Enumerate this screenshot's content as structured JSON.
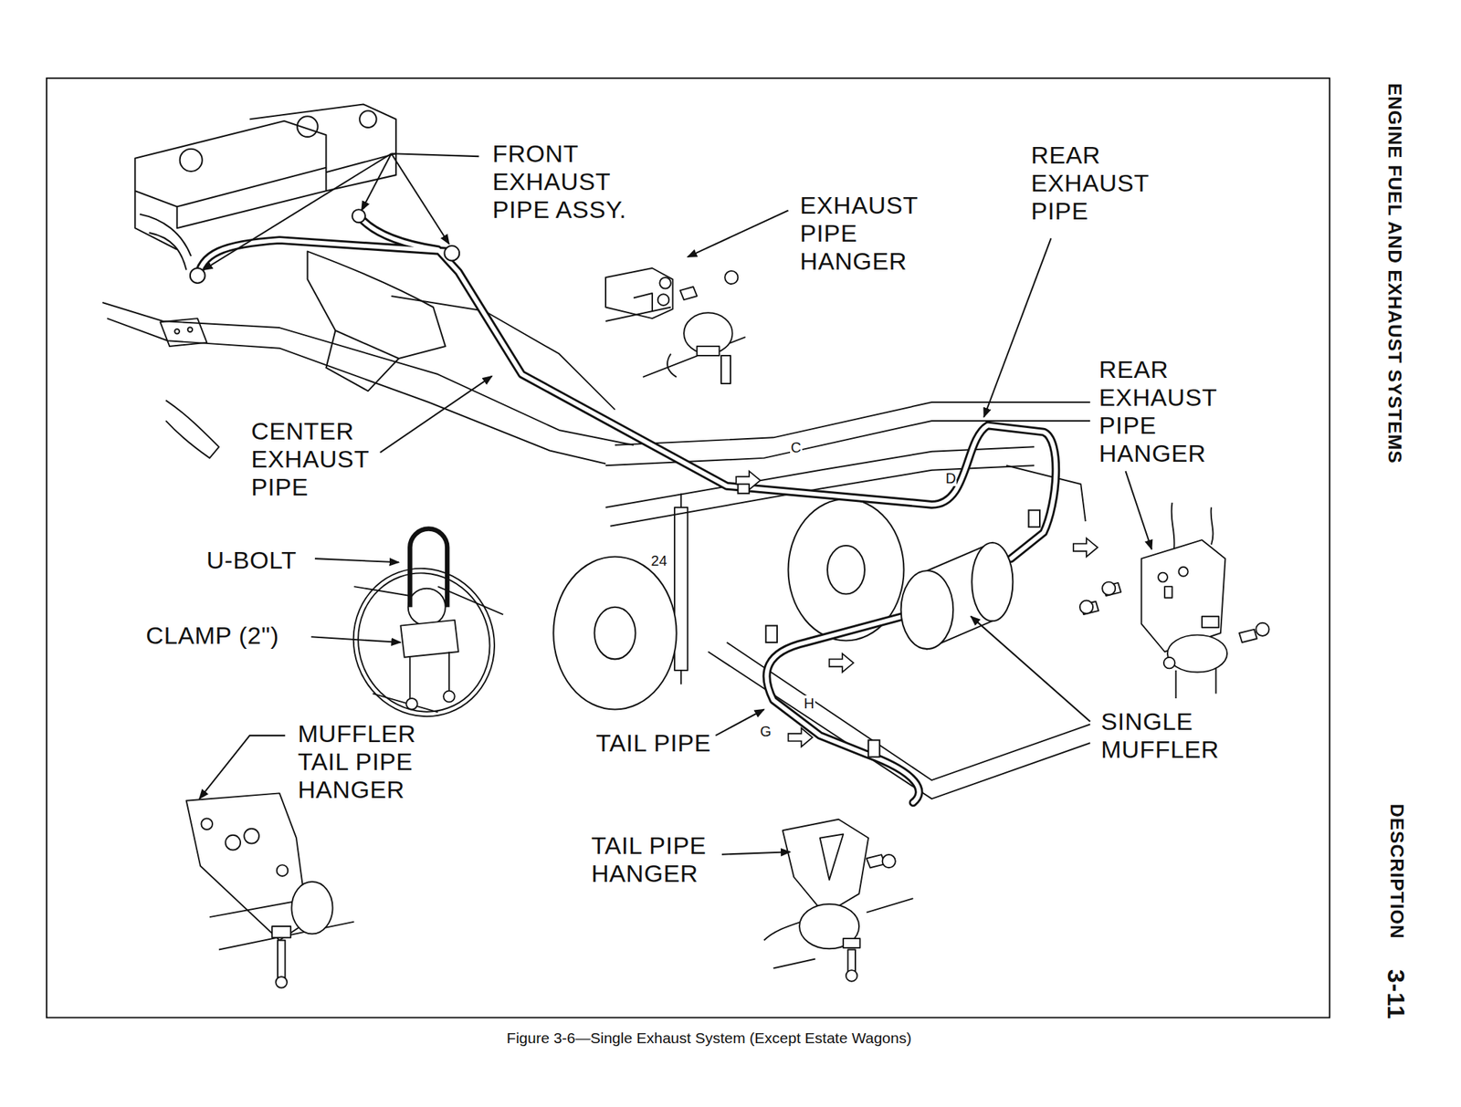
{
  "diagram": {
    "caption": "Figure 3-6—Single Exhaust System (Except Estate Wagons)",
    "labels": [
      "FRONT EXHAUST PIPE ASSY.",
      "EXHAUST PIPE HANGER",
      "REAR EXHAUST PIPE",
      "REAR EXHAUST PIPE HANGER",
      "CENTER EXHAUST PIPE",
      "U-BOLT",
      "CLAMP (2\")",
      "MUFFLER TAIL PIPE HANGER",
      "TAIL PIPE",
      "SINGLE MUFFLER",
      "TAIL PIPE HANGER",
      "C",
      "D",
      "24",
      "G",
      "H",
      "ENGINE FUEL AND EXHAUST SYSTEMS",
      "DESCRIPTION",
      "3-11"
    ]
  }
}
